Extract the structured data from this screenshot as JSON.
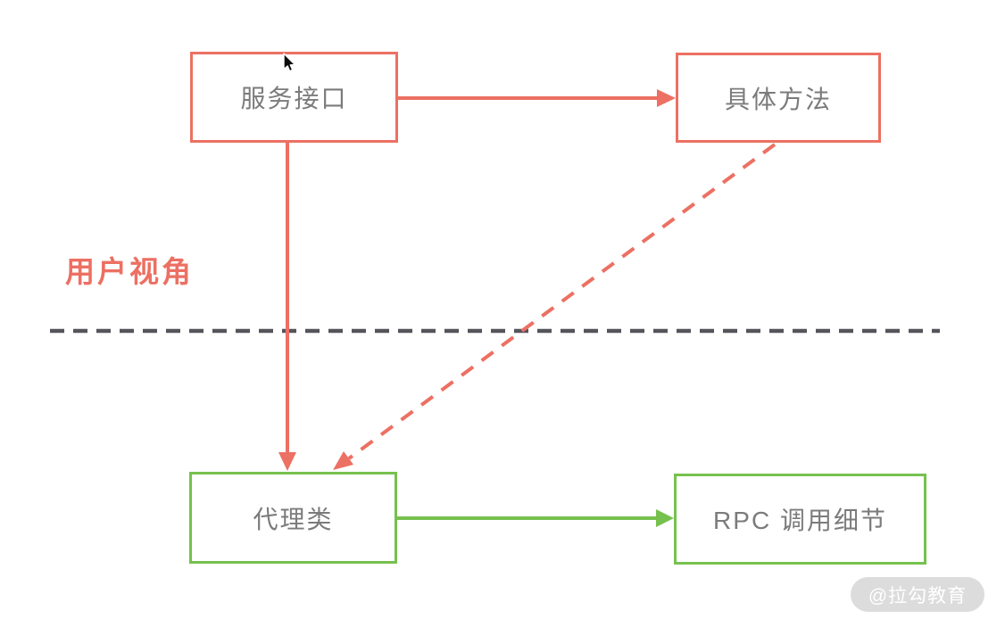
{
  "diagram": {
    "boxes": [
      {
        "id": "service-interface",
        "label": "服务接口",
        "border_color": "#ec7063"
      },
      {
        "id": "concrete-method",
        "label": "具体方法",
        "border_color": "#ec7063"
      },
      {
        "id": "proxy-class",
        "label": "代理类",
        "border_color": "#76c14e"
      },
      {
        "id": "rpc-call-detail",
        "label": "RPC 调用细节",
        "border_color": "#76c14e"
      }
    ],
    "edges": [
      {
        "from": "服务接口",
        "to": "具体方法",
        "style": "solid",
        "color": "#ec7063"
      },
      {
        "from": "服务接口",
        "to": "代理类",
        "style": "solid",
        "color": "#ec7063"
      },
      {
        "from": "具体方法",
        "to": "代理类",
        "style": "dashed",
        "color": "#ec7063"
      },
      {
        "from": "代理类",
        "to": "RPC 调用细节",
        "style": "solid",
        "color": "#76c14e"
      }
    ],
    "divider": {
      "style": "dashed",
      "color": "#54545b"
    },
    "region_label": "用户视角",
    "watermark": "@拉勾教育"
  },
  "colors": {
    "accent_red": "#ec7063",
    "accent_green": "#76c14e",
    "divider_gray": "#54545b",
    "box_text_gray": "#7b7b7b",
    "watermark_bg": "#d8d8d8",
    "watermark_text": "#ffffff",
    "background": "#ffffff"
  }
}
